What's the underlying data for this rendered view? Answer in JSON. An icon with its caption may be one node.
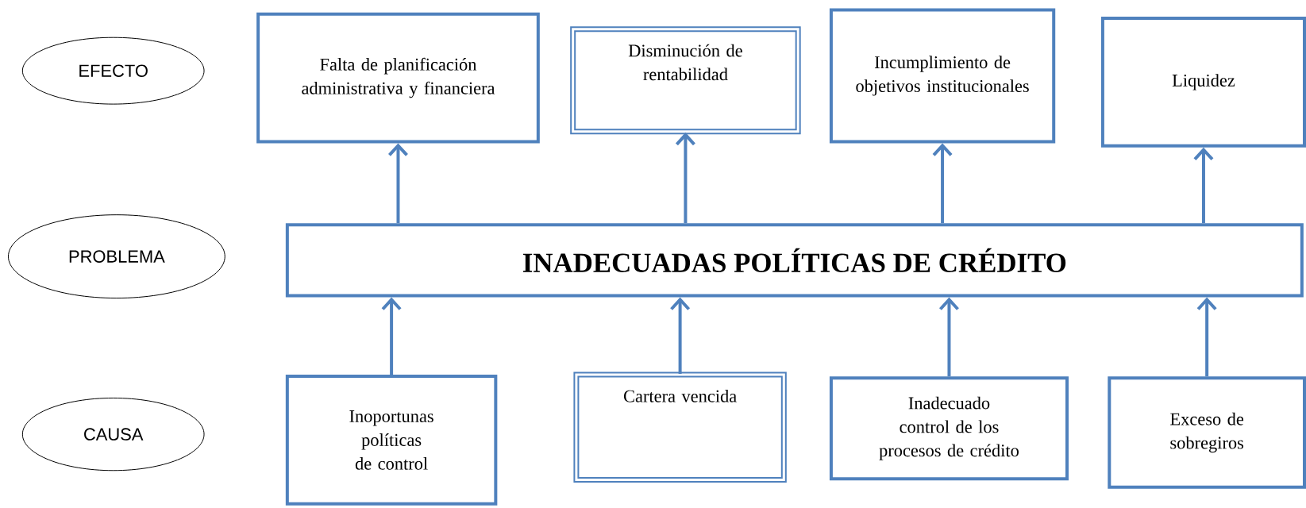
{
  "diagram": {
    "nodes": [
      {
        "text": [
          "EFECTO"
        ]
      },
      {
        "text": [
          "Falta de planificación administrativa y financiera"
        ]
      },
      {
        "text": [
          "Disminución de rentabilidad"
        ]
      },
      {
        "text": [
          "Incumplimiento de objetivos institucionales"
        ]
      },
      {
        "text": [
          "Liquidez"
        ]
      },
      {
        "text": [
          "PROBLEMA"
        ]
      },
      {
        "text": [
          "INADECUADAS POLÍTICAS DE CRÉDITO"
        ]
      },
      {
        "text": [
          "CAUSA"
        ]
      },
      {
        "text": [
          "Inoportunas políticas de control"
        ]
      },
      {
        "text": [
          "Cartera vencida"
        ]
      },
      {
        "text": [
          "Inadecuado control de los procesos de crédito"
        ]
      },
      {
        "text": [
          "Exceso de sobregiros"
        ]
      }
    ],
    "edges": [
      {
        "from": 6,
        "to": 1,
        "arrow": "to"
      },
      {
        "from": 6,
        "to": 2,
        "arrow": "to"
      },
      {
        "from": 6,
        "to": 3,
        "arrow": "to"
      },
      {
        "from": 6,
        "to": 4,
        "arrow": "to"
      },
      {
        "from": 8,
        "to": 6,
        "arrow": "to"
      },
      {
        "from": 9,
        "to": 6,
        "arrow": "to"
      },
      {
        "from": 10,
        "to": 6,
        "arrow": "to"
      },
      {
        "from": 11,
        "to": 6,
        "arrow": "to"
      }
    ]
  }
}
